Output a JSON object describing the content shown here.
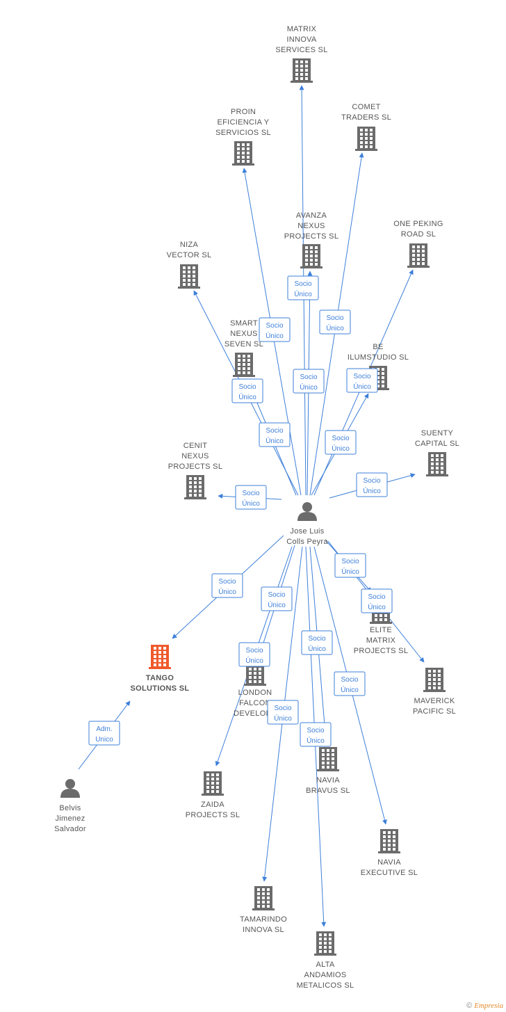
{
  "colors": {
    "edge": "#3d7fd9",
    "building": "#6b6b6b",
    "highlight": "#ef5a2c",
    "person": "#6b6b6b"
  },
  "nodes": [
    {
      "id": "matrix",
      "type": "company",
      "lines": [
        "MATRIX",
        "INNOVA",
        "SERVICES SL"
      ]
    },
    {
      "id": "comet",
      "type": "company",
      "lines": [
        "COMET",
        "TRADERS SL"
      ]
    },
    {
      "id": "proin",
      "type": "company",
      "lines": [
        "PROIN",
        "EFICIENCIA Y",
        "SERVICIOS  SL"
      ]
    },
    {
      "id": "avanza",
      "type": "company",
      "lines": [
        "AVANZA",
        "NEXUS",
        "PROJECTS SL"
      ]
    },
    {
      "id": "onepeking",
      "type": "company",
      "lines": [
        "ONE PEKING",
        "ROAD  SL"
      ]
    },
    {
      "id": "niza",
      "type": "company",
      "lines": [
        "NIZA",
        "VECTOR SL"
      ]
    },
    {
      "id": "smart",
      "type": "company",
      "lines": [
        "SMART",
        "NEXUS",
        "SEVEN SL"
      ]
    },
    {
      "id": "be",
      "type": "company",
      "lines": [
        "BE",
        "ILUMSTUDIO  SL"
      ]
    },
    {
      "id": "cenit",
      "type": "company",
      "lines": [
        "CENIT",
        "NEXUS",
        "PROJECTS SL"
      ]
    },
    {
      "id": "suenty",
      "type": "company",
      "lines": [
        "SUENTY",
        "CAPITAL SL"
      ]
    },
    {
      "id": "jose",
      "type": "person",
      "lines": [
        "Jose Luis",
        "Colls Peyra"
      ]
    },
    {
      "id": "tango",
      "type": "company",
      "highlight": true,
      "lines": [
        "TANGO",
        "SOLUTIONS SL"
      ]
    },
    {
      "id": "elite",
      "type": "company",
      "lines": [
        "ELITE",
        "MATRIX",
        "PROJECTS SL"
      ]
    },
    {
      "id": "maverick",
      "type": "company",
      "lines": [
        "MAVERICK",
        "PACIFIC  SL"
      ]
    },
    {
      "id": "london",
      "type": "company",
      "lines": [
        "LONDON",
        "FALCON",
        "DEVELOPS"
      ]
    },
    {
      "id": "navia_bravus",
      "type": "company",
      "lines": [
        "NAVIA",
        "BRAVUS  SL"
      ]
    },
    {
      "id": "zaida",
      "type": "company",
      "lines": [
        "ZAIDA",
        "PROJECTS SL"
      ]
    },
    {
      "id": "navia_exec",
      "type": "company",
      "lines": [
        "NAVIA",
        "EXECUTIVE SL"
      ]
    },
    {
      "id": "tamarindo",
      "type": "company",
      "lines": [
        "TAMARINDO",
        "INNOVA SL"
      ]
    },
    {
      "id": "alta",
      "type": "company",
      "lines": [
        "ALTA",
        "ANDAMIOS",
        "METALICOS SL"
      ]
    },
    {
      "id": "belvis",
      "type": "person",
      "lines": [
        "Belvis",
        "Jimenez",
        "Salvador"
      ]
    }
  ],
  "edges": [
    {
      "from": "jose",
      "to": "matrix",
      "lines": [
        "Socio",
        "Único"
      ]
    },
    {
      "from": "jose",
      "to": "comet",
      "lines": [
        "Socio",
        "Único"
      ]
    },
    {
      "from": "jose",
      "to": "proin",
      "lines": [
        "Socio",
        "Único"
      ]
    },
    {
      "from": "jose",
      "to": "avanza",
      "lines": [
        "Socio",
        "Único"
      ]
    },
    {
      "from": "jose",
      "to": "onepeking",
      "lines": [
        "Socio",
        "Único"
      ]
    },
    {
      "from": "jose",
      "to": "niza",
      "lines": [
        "Socio",
        "Único"
      ]
    },
    {
      "from": "jose",
      "to": "smart",
      "lines": [
        "Socio",
        "Único"
      ]
    },
    {
      "from": "jose",
      "to": "be",
      "lines": [
        "Socio",
        "Único"
      ]
    },
    {
      "from": "jose",
      "to": "cenit",
      "lines": [
        "Socio",
        "Único"
      ]
    },
    {
      "from": "jose",
      "to": "suenty",
      "lines": [
        "Socio",
        "Único"
      ]
    },
    {
      "from": "jose",
      "to": "tango",
      "lines": [
        "Socio",
        "Único"
      ]
    },
    {
      "from": "jose",
      "to": "elite",
      "lines": [
        "Socio",
        "Único"
      ]
    },
    {
      "from": "jose",
      "to": "maverick",
      "lines": [
        "Socio",
        "Único"
      ]
    },
    {
      "from": "jose",
      "to": "london",
      "lines": [
        "Socio",
        "Único"
      ]
    },
    {
      "from": "jose",
      "to": "zaida",
      "lines": [
        "Socio",
        "Único"
      ]
    },
    {
      "from": "jose",
      "to": "navia_bravus",
      "lines": [
        "Socio",
        "Único"
      ]
    },
    {
      "from": "jose",
      "to": "navia_exec",
      "lines": [
        "Socio",
        "Único"
      ]
    },
    {
      "from": "jose",
      "to": "tamarindo",
      "lines": [
        "Socio",
        "Único"
      ]
    },
    {
      "from": "jose",
      "to": "alta",
      "lines": [
        "Socio",
        "Único"
      ]
    },
    {
      "from": "belvis",
      "to": "tango",
      "lines": [
        "Adm.",
        "Unico"
      ]
    }
  ],
  "watermark": {
    "symbol": "©",
    "brand": "Empresia"
  }
}
